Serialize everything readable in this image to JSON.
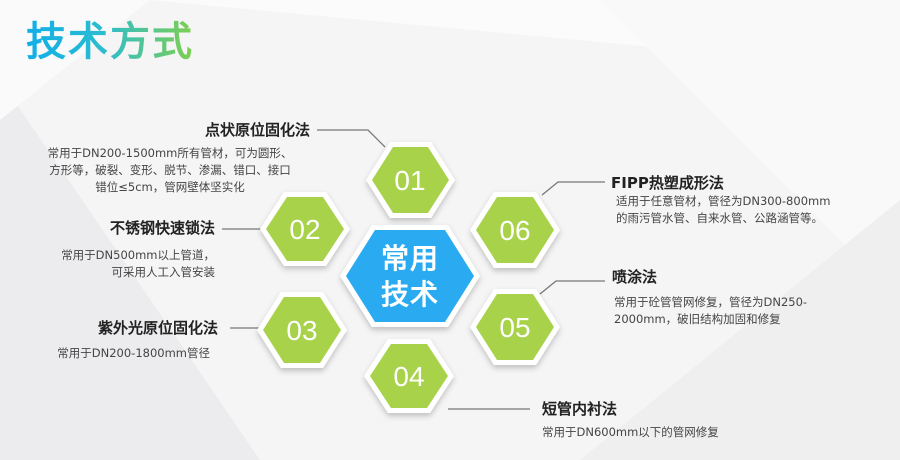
{
  "page": {
    "title": "技术方式"
  },
  "diagram": {
    "center": {
      "line1": "常用",
      "line2": "技术",
      "color": "#2aaaf0"
    },
    "hex_color": "#a8d24a",
    "items": [
      {
        "number": "01",
        "title": "点状原位固化法",
        "desc": [
          "常用于DN200-1500mm所有管材，可为圆形、",
          "方形等，破裂、变形、脱节、渗漏、错口、接口",
          "错位≤5cm，管网壁体坚实化"
        ]
      },
      {
        "number": "02",
        "title": "不锈钢快速锁法",
        "desc": [
          "常用于DN500mm以上管道，",
          "可采用人工入管安装"
        ]
      },
      {
        "number": "03",
        "title": "紫外光原位固化法",
        "desc": [
          "常用于DN200-1800mm管径"
        ]
      },
      {
        "number": "04",
        "title": "短管内衬法",
        "desc": [
          "常用于DN600mm以下的管网修复"
        ]
      },
      {
        "number": "05",
        "title": "喷涂法",
        "desc": [
          "常用于砼管管网修复，管径为DN250-",
          "2000mm，破旧结构加固和修复"
        ]
      },
      {
        "number": "06",
        "title": "FIPP热塑成形法",
        "desc": [
          "适用于任意管材，管径为DN300-800mm",
          "的雨污管水管、自来水管、公路涵管等。"
        ]
      }
    ]
  }
}
